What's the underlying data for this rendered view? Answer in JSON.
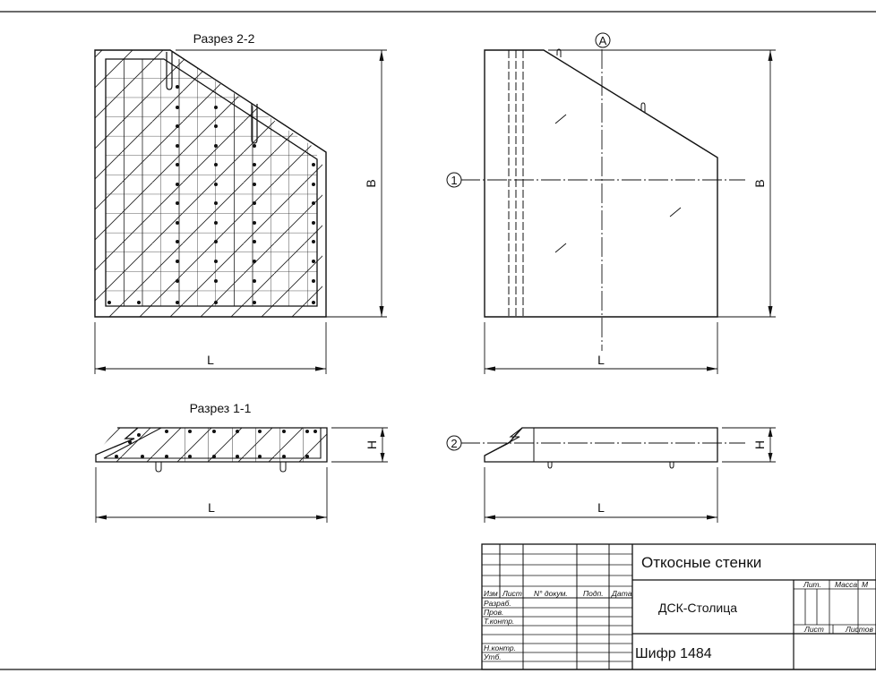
{
  "views": {
    "section_2_2_title": "Разрез 2-2",
    "section_1_1_title": "Разрез 1-1",
    "dim_length": "L",
    "dim_height": "B",
    "dim_thickness": "H",
    "axis_a": "A",
    "axis_1": "1",
    "axis_2": "2"
  },
  "title_block": {
    "drawing_title": "Откосные стенки",
    "organization": "ДСК-Столица",
    "code": "Шифр 1484",
    "row_izm": "Изм",
    "row_list": "Лист",
    "row_doc": "N° докум.",
    "row_sign": "Подп.",
    "row_date": "Дата",
    "razrab": "Разраб.",
    "prov": "Пров.",
    "tkontr": "Т.контр.",
    "nkontr": "Н.контр.",
    "utv": "Утб.",
    "lit": "Лит.",
    "massa": "Масса",
    "masshtab": "М",
    "list": "Лист",
    "listov": "Листов"
  }
}
